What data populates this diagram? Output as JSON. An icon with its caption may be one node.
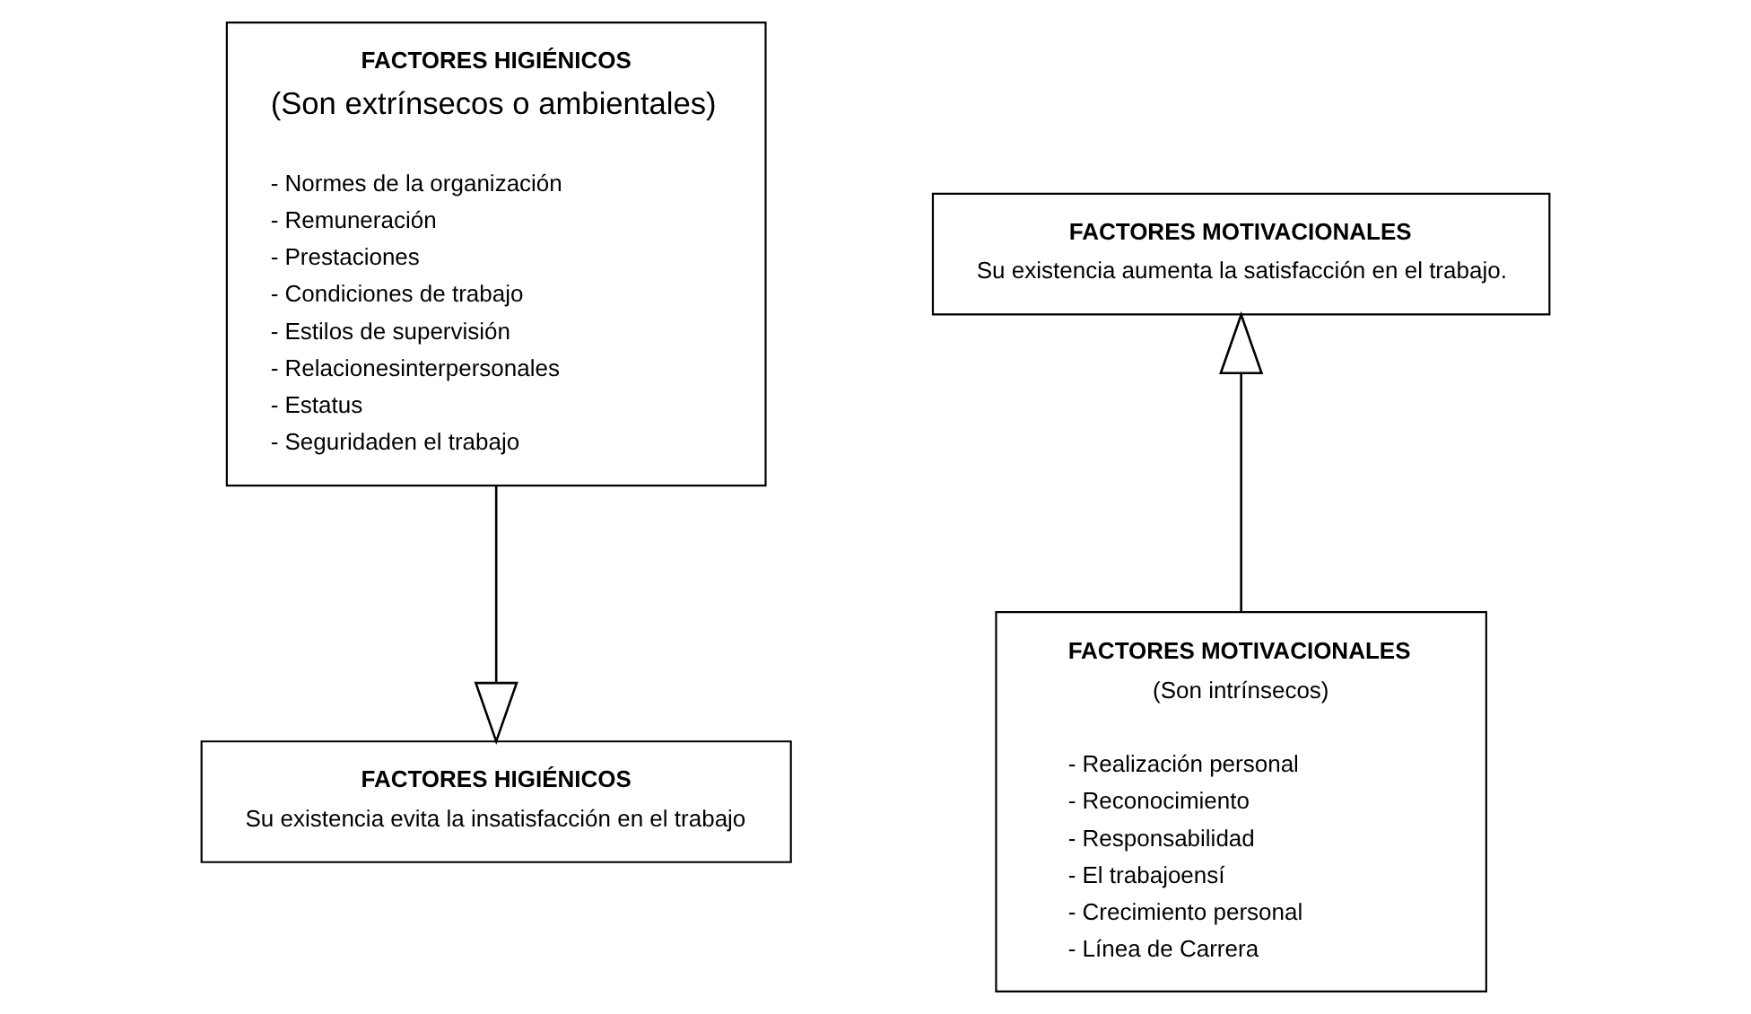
{
  "diagram": {
    "nodes": [
      {
        "text": [
          "FACTORES HIGIÉNICOS",
          "(Son extrínsecos o ambientales)",
          "- Normes de la organización",
          "- Remuneración",
          "- Prestaciones",
          "- Condiciones de trabajo",
          "- Estilos de supervisión",
          "- Relacionesinterpersonales",
          "- Estatus",
          "- Seguridaden el trabajo"
        ]
      },
      {
        "text": [
          "FACTORES HIGIÉNICOS",
          "Su existencia evita la insatisfacción en el trabajo"
        ]
      },
      {
        "text": [
          "FACTORES MOTIVACIONALES",
          "Su existencia aumenta la satisfacción en el trabajo."
        ]
      },
      {
        "text": [
          "FACTORES MOTIVACIONALES",
          "(Son intrínsecos)",
          "- Realización personal",
          "- Reconocimiento",
          "- Responsabilidad",
          "- El trabajoensí",
          "- Crecimiento personal",
          "- Línea de Carrera"
        ]
      }
    ],
    "edges": [
      {
        "from": 0,
        "to": 1,
        "arrow": "to"
      },
      {
        "from": 3,
        "to": 2,
        "arrow": "to"
      }
    ]
  }
}
